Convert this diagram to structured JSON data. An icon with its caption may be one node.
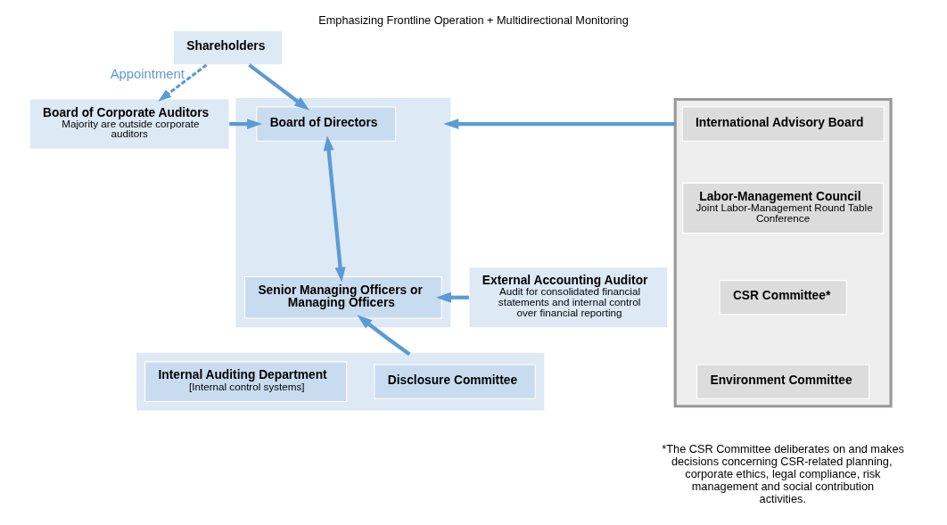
{
  "diagram": {
    "title": "Emphasizing Frontline Operation + Multidirectional Monitoring",
    "nodes": [
      {
        "text": [
          "Shareholders"
        ]
      },
      {
        "text": [
          "Board of Corporate Auditors",
          "Majority are outside corporate auditors"
        ]
      },
      {
        "text": [
          "External Accounting Auditor",
          "Audit for consolidated financial statements and internal control over financial reporting"
        ]
      },
      {
        "text": [],
        "shape": "box"
      },
      {
        "text": [
          "Board of Directors"
        ],
        "in": 3
      },
      {
        "text": [
          "Senior Managing Officers or Managing Officers"
        ],
        "in": 3
      },
      {
        "text": [],
        "shape": "box"
      },
      {
        "text": [
          "International Advisory Board"
        ],
        "in": 6
      },
      {
        "text": [
          "Labor-Management Council",
          "Joint Labor-Management Round Table Conference"
        ],
        "in": 6
      },
      {
        "text": [
          "CSR Committee*"
        ],
        "in": 6
      },
      {
        "text": [
          "Environment Committee"
        ],
        "in": 6
      },
      {
        "text": [],
        "shape": "box"
      },
      {
        "text": [
          "Disclosure Committee"
        ],
        "in": 11
      },
      {
        "text": [
          "Internal Auditing Department",
          "[Internal control systems]"
        ],
        "in": 11
      }
    ],
    "edges": [
      {
        "from": 0,
        "to": 1,
        "arrow": "to",
        "label": "Appointment",
        "style": "dashed"
      },
      {
        "from": 0,
        "to": 4,
        "arrow": "to"
      },
      {
        "from": 1,
        "to": 4,
        "arrow": "to"
      },
      {
        "from": 4,
        "to": 5,
        "arrow": "both"
      },
      {
        "from": 2,
        "to": 5,
        "arrow": "to"
      },
      {
        "from": 6,
        "to": 3,
        "arrow": "to"
      },
      {
        "from": 11,
        "to": 5,
        "arrow": "to"
      }
    ],
    "labels": [
      "*The CSR Committee deliberates on and makes decisions concerning CSR-related planning, corporate ethics, legal compliance, risk management and social contribution activities."
    ]
  }
}
